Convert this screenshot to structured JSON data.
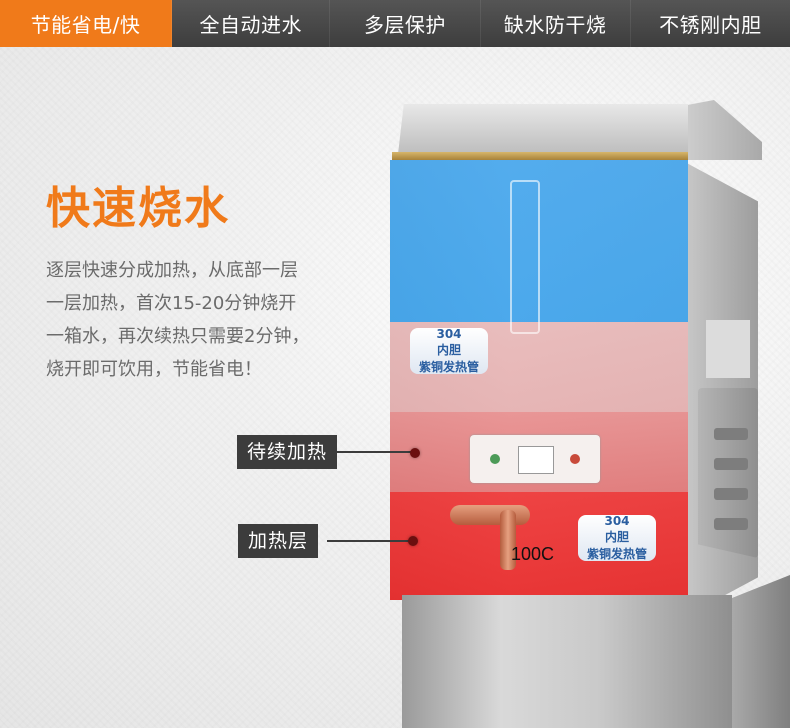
{
  "tabs": [
    {
      "label": "节能省电/快",
      "active": true
    },
    {
      "label": "全自动进水",
      "active": false
    },
    {
      "label": "多层保护",
      "active": false
    },
    {
      "label": "缺水防干烧",
      "active": false
    },
    {
      "label": "不锈刚内胆",
      "active": false
    }
  ],
  "headline": "快速烧水",
  "description": [
    "逐层快速分成加热，从底部一层",
    "一层加热，首次15-20分钟烧开",
    "一箱水，再次续热只需要2分钟，",
    "烧开即可饮用，节能省电！"
  ],
  "callouts": {
    "continue_heating": "待续加热",
    "heating_layer": "加热层"
  },
  "temperature_label": "100C",
  "badge": {
    "top": "304",
    "sub": "内胆",
    "caption": "紫铜发热管"
  },
  "colors": {
    "accent": "#f07a1a",
    "tab_bar": "#444444",
    "water_cold": "#3fa4ee",
    "water_hot": "#e81d1d"
  }
}
